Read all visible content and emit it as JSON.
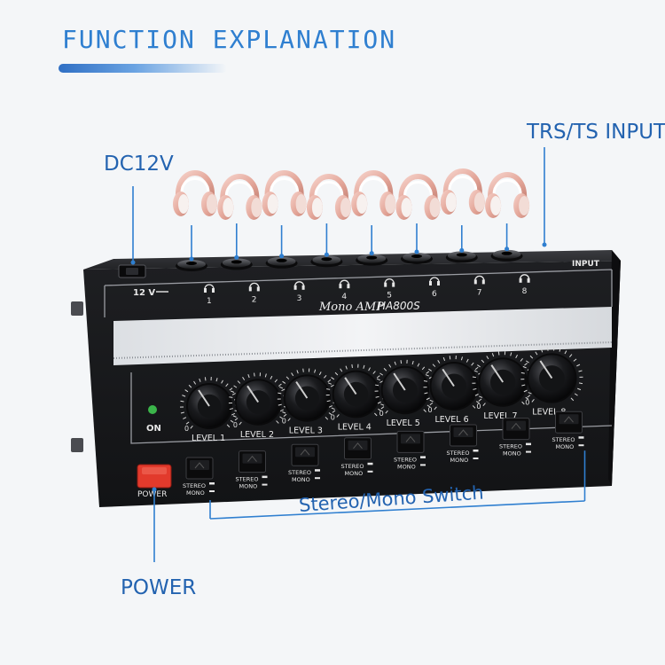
{
  "header": {
    "title": "FUNCTION EXPLANATION",
    "accent_color": "#2f7fd0"
  },
  "callouts": {
    "dc": "DC12V",
    "input": "TRS/TS INPUT",
    "stereo_mono": "Stereo/Mono Switch",
    "power": "POWER"
  },
  "device": {
    "voltage_label": "12 V",
    "input_label": "INPUT",
    "brand": "Mono AMP",
    "model": "HA800S",
    "on_label": "ON",
    "power_button_label": "POWER",
    "stereo_label": "STEREO",
    "mono_label": "MONO",
    "jack_numbers": [
      "1",
      "2",
      "3",
      "4",
      "5",
      "6",
      "7",
      "8"
    ],
    "level_labels": [
      "LEVEL 1",
      "LEVEL 2",
      "LEVEL 3",
      "LEVEL 4",
      "LEVEL 5",
      "LEVEL 6",
      "LEVEL 7",
      "LEVEL 8"
    ],
    "knob_zero_mark": "0",
    "body_color": "#1c1d20",
    "power_color": "#e23a2c",
    "led_color": "#3bb54a"
  },
  "headphones": {
    "count": 8,
    "color": "#e8b1a6",
    "icon": "headphones-icon"
  }
}
